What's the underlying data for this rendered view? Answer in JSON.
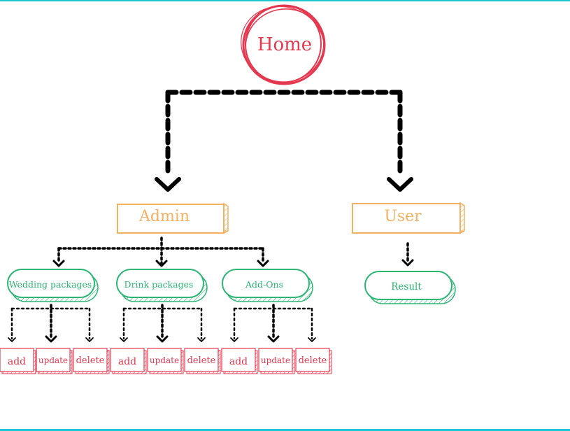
{
  "root": {
    "label": "Home",
    "color": "#e5384f"
  },
  "branches": {
    "admin": {
      "label": "Admin",
      "color": "#f5b060"
    },
    "user": {
      "label": "User",
      "color": "#f5b060"
    }
  },
  "admin_sections": [
    {
      "label": "Wedding packages"
    },
    {
      "label": "Drink packages"
    },
    {
      "label": "Add-Ons"
    }
  ],
  "user_sections": [
    {
      "label": "Result"
    }
  ],
  "actions": [
    "add",
    "update",
    "delete"
  ],
  "colors": {
    "section": "#2bb673",
    "action": "#e5384f",
    "connector": "#000000",
    "frame": "#1fc6d6"
  }
}
